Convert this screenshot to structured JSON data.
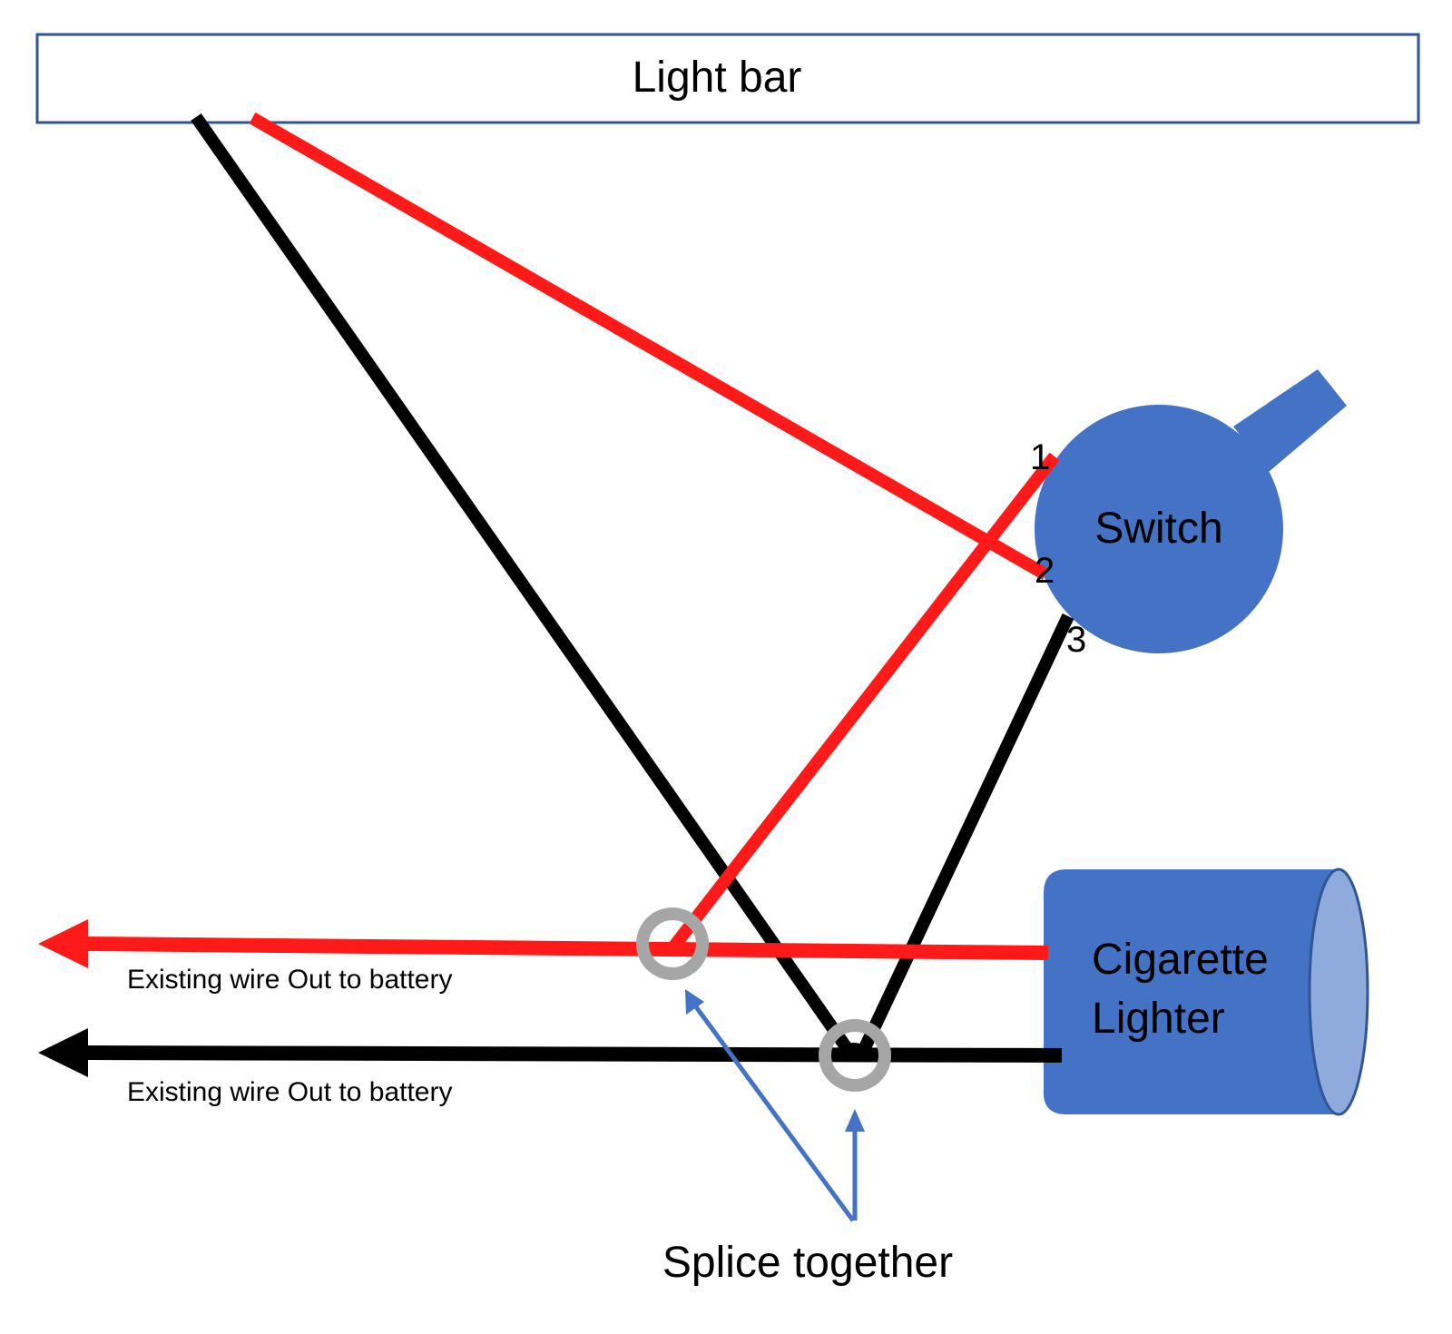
{
  "light_bar": {
    "label": "Light bar"
  },
  "switch": {
    "label": "Switch",
    "pins": [
      "1",
      "2",
      "3"
    ]
  },
  "lighter": {
    "line1": "Cigarette",
    "line2": "Lighter"
  },
  "battery_wires": {
    "red_label": "Existing wire Out to battery",
    "black_label": "Existing wire Out to battery"
  },
  "splice": {
    "label": "Splice together"
  },
  "colors": {
    "red_wire": "#ff1a1a",
    "black_wire": "#000000",
    "component_blue": "#4472c4",
    "lighter_end": "#8faadc",
    "splice_ring": "#a6a6a6",
    "pointer_arrow": "#4472c4",
    "light_bar_border": "#2f5597"
  }
}
